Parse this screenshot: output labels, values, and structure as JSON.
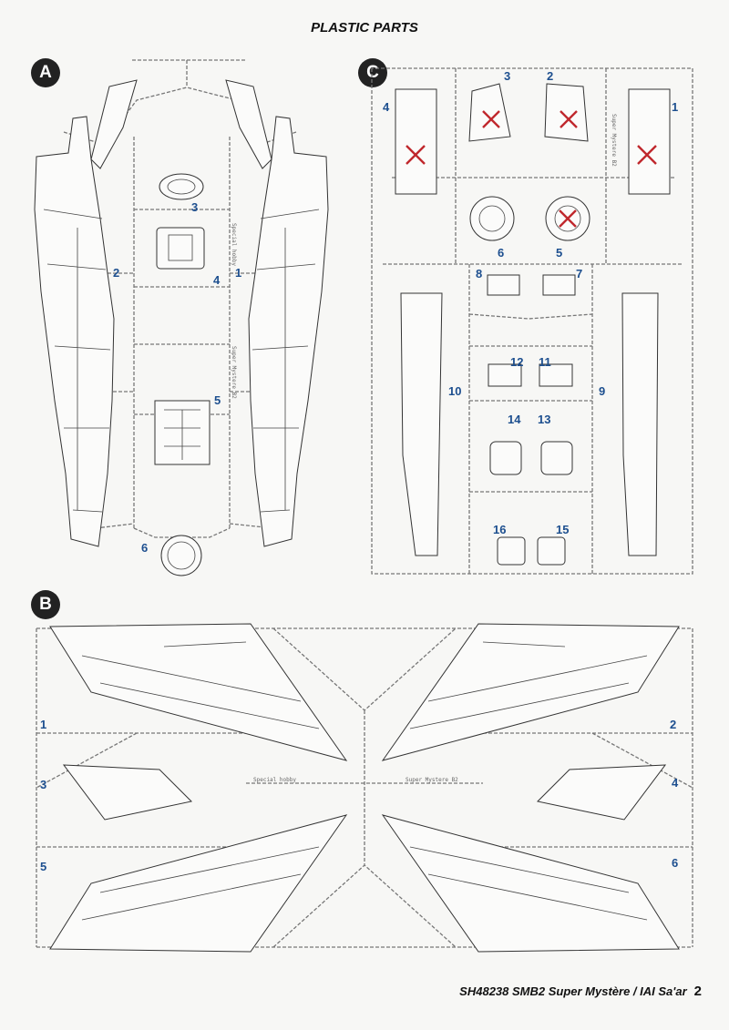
{
  "page_title": "PLASTIC PARTS",
  "sprues": [
    {
      "letter": "A",
      "parts": [
        "1",
        "2",
        "3",
        "4",
        "5",
        "6"
      ],
      "molded_text": [
        "Special hobby",
        "Super Mystere B2"
      ]
    },
    {
      "letter": "C",
      "parts": [
        "4",
        "3",
        "2",
        "1",
        "6",
        "5",
        "8",
        "7",
        "12",
        "11",
        "10",
        "9",
        "14",
        "13",
        "16",
        "15"
      ],
      "molded_text": [
        "Super Mystere B2"
      ]
    },
    {
      "letter": "B",
      "parts": [
        "1",
        "2",
        "3",
        "4",
        "5",
        "6"
      ],
      "molded_text": [
        "Special hobby",
        "Super Mystere B2"
      ]
    }
  ],
  "footer": {
    "text": "SH48238 SMB2 Super Mystère / IAI Sa'ar",
    "page_number": "2"
  }
}
